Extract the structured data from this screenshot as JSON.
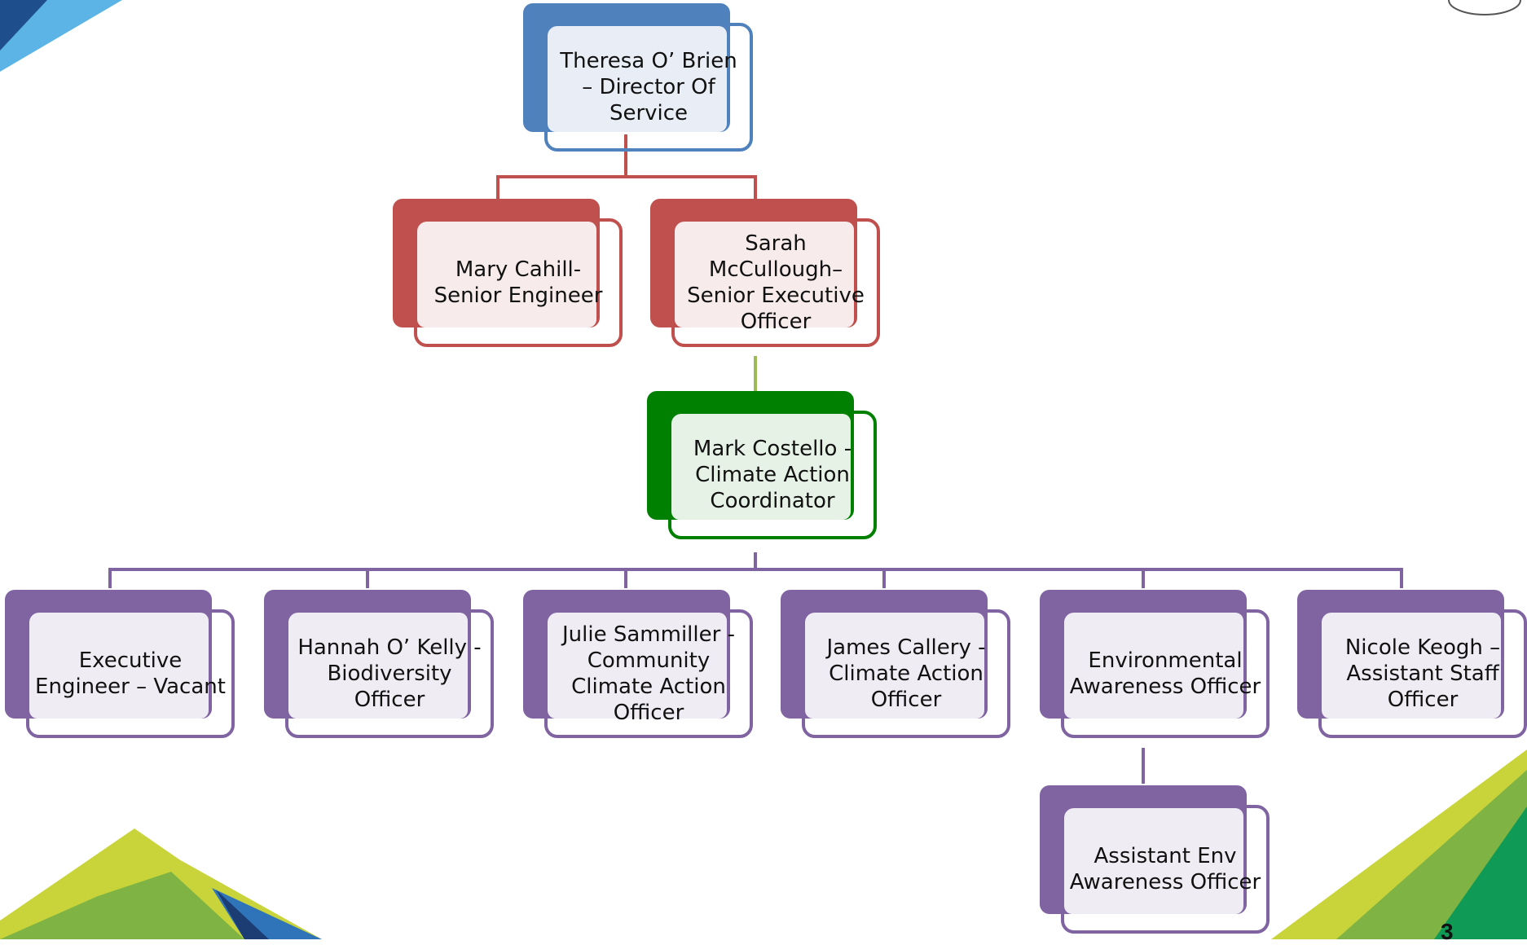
{
  "org_chart": {
    "director": "Theresa O’ Brien – Director Of Service",
    "senior_engineer": "Mary Cahill- Senior Engineer",
    "senior_executive_officer": "Sarah McCullough– Senior Executive Officer",
    "coordinator": "Mark Costello - Climate Action Coordinator",
    "executive_engineer": "Executive Engineer – Vacant",
    "biodiversity_officer": "Hannah O’ Kelly - Biodiversity Officer",
    "community_officer": "Julie Sammiller - Community Climate Action Officer",
    "climate_action_officer": "James Callery - Climate Action Officer",
    "env_awareness_officer": "Environmental Awareness Officer",
    "assistant_staff_officer": "Nicole Keogh – Assistant Staff Officer",
    "assistant_env_officer": "Assistant Env Awareness Officer"
  },
  "page_number": "3",
  "colors": {
    "level1": "#4f81bd",
    "level2": "#c0504d",
    "level3": "#008000",
    "level4": "#8064a2"
  }
}
